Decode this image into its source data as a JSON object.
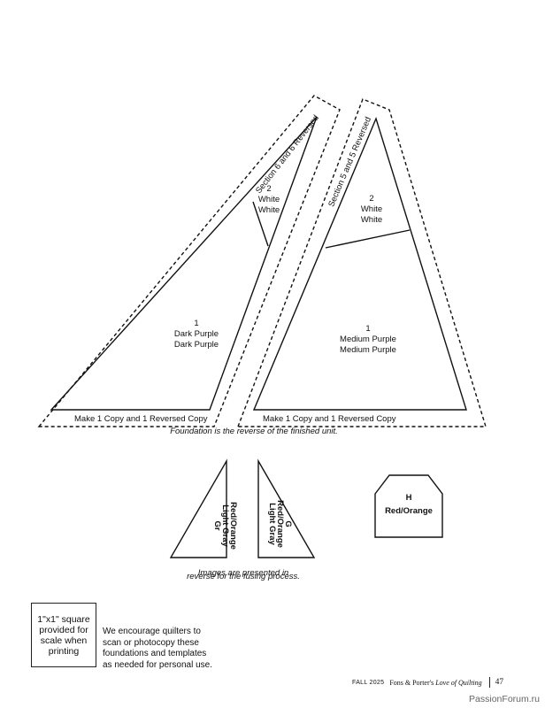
{
  "left_foundation": {
    "section_title": "Section 6 and 6 Reversed",
    "piece2": {
      "number": "2",
      "line1": "White",
      "line2": "White"
    },
    "piece1": {
      "number": "1",
      "line1": "Dark Purple",
      "line2": "Dark Purple"
    },
    "make_copy": "Make 1 Copy and 1 Reversed Copy"
  },
  "right_foundation": {
    "section_title": "Section 5 and 5 Reversed",
    "piece2": {
      "number": "2",
      "line1": "White",
      "line2": "White"
    },
    "piece1": {
      "number": "1",
      "line1": "Medium Purple",
      "line2": "Medium Purple"
    },
    "make_copy": "Make 1 Copy and 1 Reversed Copy"
  },
  "foundation_note": "Foundation is the reverse of the finished unit.",
  "template_gr": {
    "letter": "Gr",
    "line1": "Light Gray",
    "line2": "Red/Orange"
  },
  "template_g": {
    "letter": "G",
    "line1": "Red/Orange",
    "line2": "Light Gray"
  },
  "template_h": {
    "letter": "H",
    "line1": "Red/Orange"
  },
  "templates_note": {
    "line1": "Images are presented in",
    "line2": "reverse for the fusing process."
  },
  "scale_square": "1\"x1\" square\nprovided for\nscale when\nprinting",
  "encourage_text": "We encourage quilters to\nscan or photocopy these\nfoundations and templates\nas needed for personal use.",
  "footer": {
    "season": "FALL 2025",
    "publication_prefix": "Fons & Porter's",
    "publication_title": "Love of Quilting",
    "page_number": "47"
  },
  "watermark": "PassionForum.ru"
}
